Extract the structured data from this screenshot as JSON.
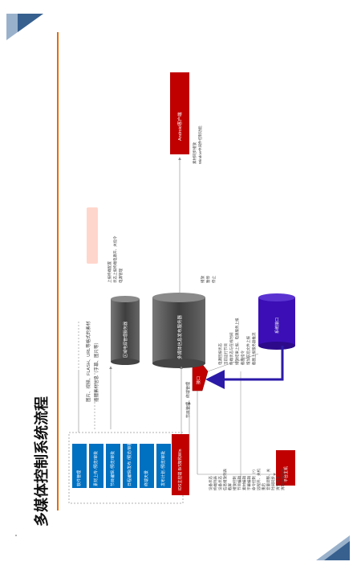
{
  "title": "多媒体控制系统流程",
  "modules": [
    "软件管理",
    "素材上传\n/预览/审批",
    "节目编辑\n/预览/审批",
    "日程编辑/发布\n/预览/审批",
    "终端天景",
    "发布计划\n/预览/审批"
  ],
  "server_label": "IDS主控端\nB/S架构Win",
  "interface_label": "接口",
  "media_label": "区域电源管理服务器",
  "db_label": "多媒体信息发布服务器",
  "system_label": "系统接口",
  "terminal_label": "平台主机",
  "android_label": "Android客户端",
  "top_note": "图片、视频、FLASH、URL等格式的素材\n插播素材信息（字幕、图片等）",
  "server_note": "节目管理、终端管理",
  "power_notes": [
    "上报终端配置",
    "状态上报终端电源开、关指令",
    "电源管理"
  ],
  "db_notes": [
    "播放",
    "暂停",
    "停止"
  ],
  "interface_notes": [
    "电源回报状态",
    "当前运行节目",
    "终端状态与在线时间",
    "播放结果上报、电源服务上报",
    "截图指令",
    "增加前后文件上报",
    "截图上报服务器推流"
  ],
  "terminal_notes": [
    "设备状态",
    "终端列表",
    "设备状态",
    "信息播放列表",
    "截屏",
    "播放控制",
    "节目编辑",
    "素材编辑",
    "字幕编辑",
    "命令控制（*）",
    "远程开、关机",
    "重启",
    "音量调整、关",
    "时间同步",
    "清空指令",
    "清理存储空间"
  ],
  "android_notes": [
    "素材同步播放",
    "Window中间件控制功能"
  ],
  "colors": {
    "accent": "#e46c0a",
    "module_blue": "#0070c0",
    "red_box": "#c00000",
    "purple": "#3b0fb5",
    "gray_cyl": "#555555",
    "pink_note": "#ffd6cc",
    "corner": "#37608f"
  }
}
